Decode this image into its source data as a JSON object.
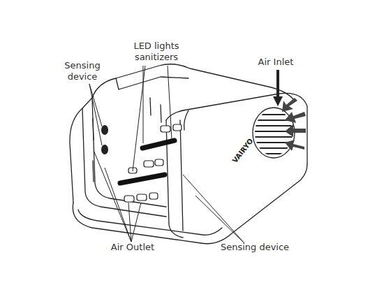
{
  "diagram": {
    "labels": [
      "Sensing device",
      "LED lights sanitizers",
      "Air Inlet",
      "VAIRYO",
      "Air Outlet",
      "Sensing device"
    ]
  }
}
